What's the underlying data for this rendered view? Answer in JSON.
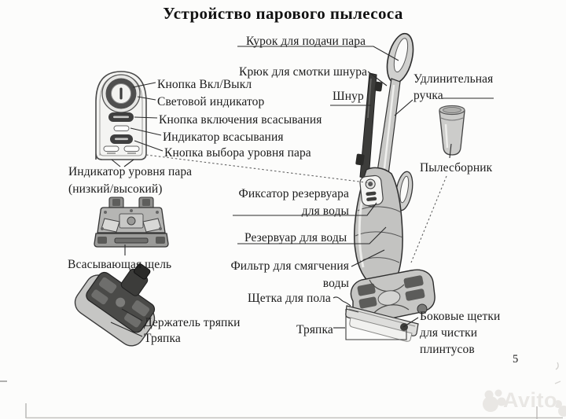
{
  "page": {
    "title": "Устройство парового пылесоса",
    "page_number": "5",
    "watermark": "Avito",
    "ink_color": "#1c1c1c",
    "watermark_color": "#e9e7e4"
  },
  "labels": {
    "steam_trigger": "Курок для подачи пара",
    "cord_hook": "Крюк для смотки шнура",
    "extension_handle": "Удлинительная\nручка",
    "cord": "Шнур",
    "power_button": "Кнопка Вкл/Выкл",
    "light_indicator": "Световой индикатор",
    "suction_on_button": "Кнопка включения всасывания",
    "suction_indicator": "Индикатор всасывания",
    "steam_level_button": "Кнопка выбора уровня пара",
    "steam_level_indicator": "Индикатор уровня пара\n(низкий/высокий)",
    "dust_collector": "Пылесборник",
    "tank_latch": "Фиксатор резервуара\nдля воды",
    "water_tank": "Резервуар для воды",
    "water_filter": "Фильтр для смягчения\nводы",
    "floor_brush": "Щетка для пола",
    "suction_slot": "Всасывающая щель",
    "cloth_holder": "Держатель тряпки",
    "cloth_holder_cloth": "Тряпка",
    "floor_cloth": "Тряпка",
    "side_brushes": "Боковые щетки\nдля чистки\nплинтусов"
  }
}
